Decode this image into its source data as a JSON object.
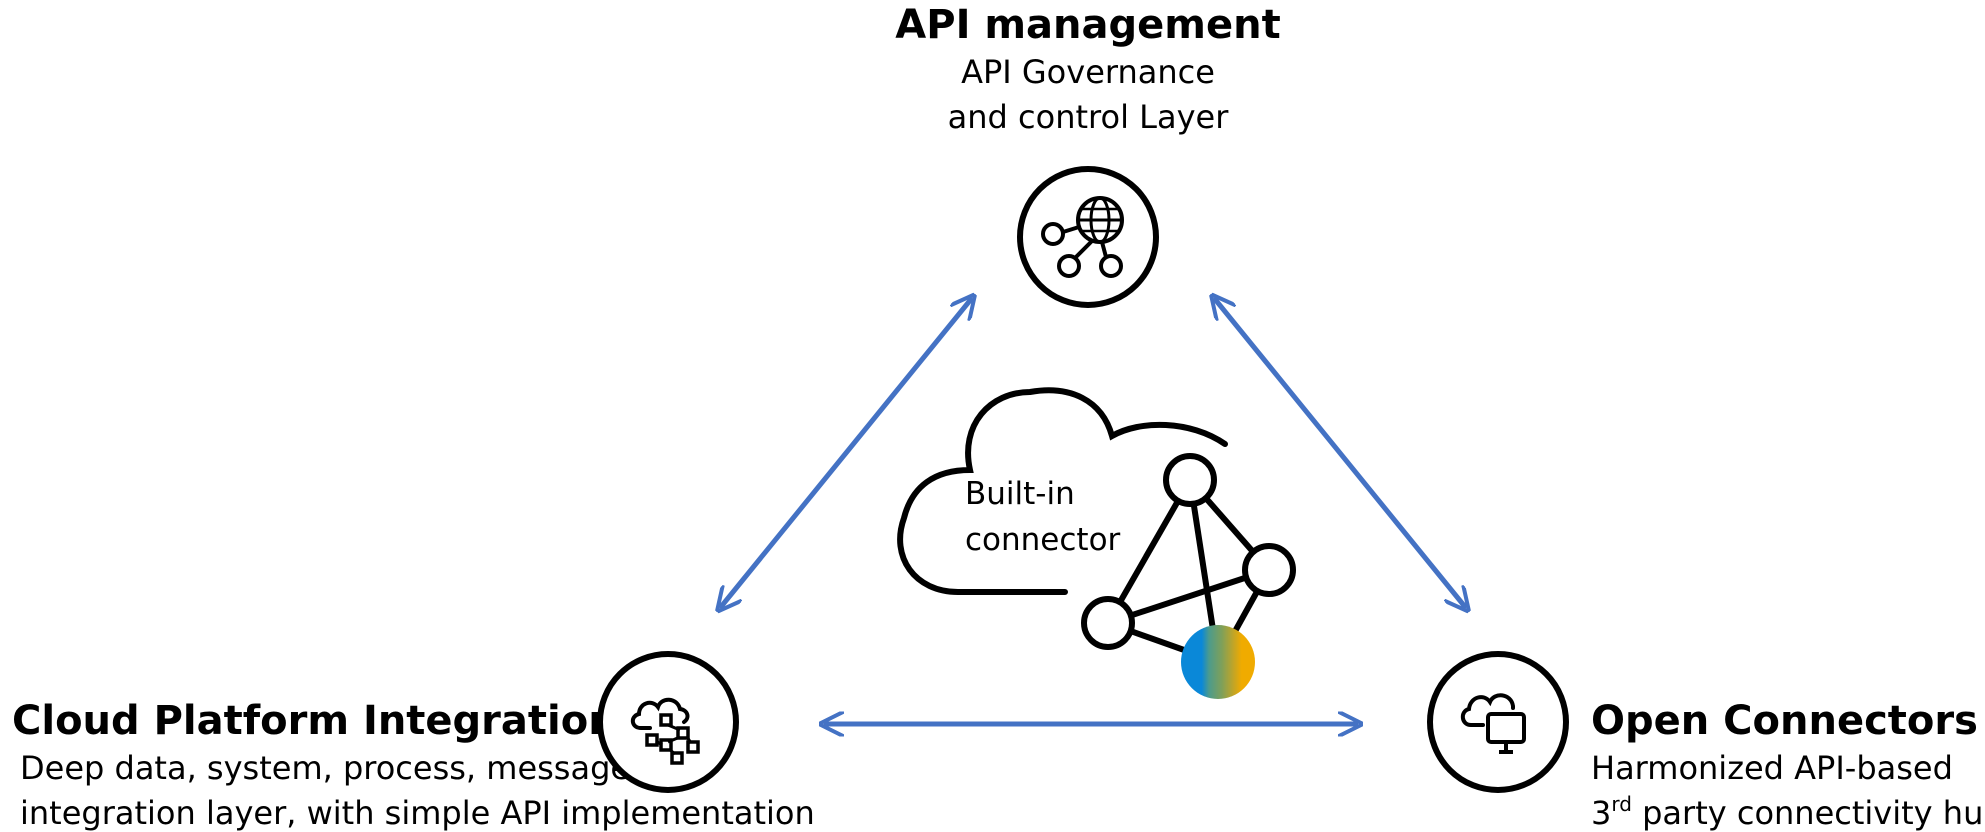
{
  "api_management": {
    "title": "API management",
    "line1": "API Governance",
    "line2": "and control Layer",
    "icon": "globe-network-icon"
  },
  "cloud_platform_integration": {
    "title": "Cloud Platform Integration",
    "line1": "Deep data, system, process, message",
    "line2": "integration layer, with simple API implementation",
    "icon": "cloud-network-icon"
  },
  "open_connectors": {
    "title": "Open Connectors",
    "line1": "Harmonized API-based",
    "line2_prefix": "3",
    "line2_sup": "rd",
    "line2_rest": " party connectivity hub",
    "icon": "cloud-monitor-icon"
  },
  "center": {
    "line1": "Built-in",
    "line2": "connector",
    "icon": "cloud-graph-icon"
  },
  "colors": {
    "arrow": "#4472C4",
    "stroke": "#000000",
    "logo_blue": "#0A88D8",
    "logo_green": "#5E9E7A",
    "logo_yellow": "#F0AB00"
  }
}
